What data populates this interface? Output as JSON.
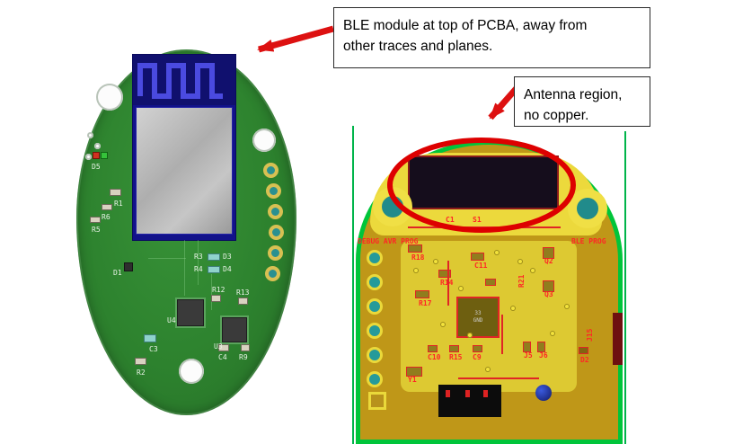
{
  "callouts": {
    "ble": {
      "text": "BLE module at top of PCBA, away from other traces and planes."
    },
    "antenna": {
      "text": "Antenna region, no copper."
    }
  },
  "left_board": {
    "description": "3D render of oval PCBA with BLE module at top",
    "labels": {
      "d5": "D5",
      "r1": "R1",
      "r6": "R6",
      "r5": "R5",
      "d1": "D1",
      "r3": "R3",
      "d3": "D3",
      "r4": "R4",
      "d4": "D4",
      "r12": "R12",
      "r13": "R13",
      "u4": "U4",
      "u3": "U3",
      "c3": "C3",
      "c4": "C4",
      "r9": "R9",
      "r2": "R2"
    }
  },
  "right_board": {
    "description": "PCB layout view showing antenna keepout region",
    "labels": {
      "debug_header": "DEBUG AVR PROG",
      "ble_header": "BLE PROG",
      "c1": "C1",
      "s1": "S1",
      "r18": "R18",
      "c11": "C11",
      "r21": "R21",
      "q2": "Q2",
      "r14": "R14",
      "r17": "R17",
      "q3": "Q3",
      "ic_line1": "33",
      "ic_line2": "GND",
      "c10": "C10",
      "r15": "R15",
      "c9": "C9",
      "j5": "J5",
      "j6": "J6",
      "y1": "Y1",
      "d2": "D2",
      "j15": "J15"
    }
  },
  "colors": {
    "annotation_red": "#dd1111",
    "board_green": "#2f8a32",
    "layout_gold": "#bf9718",
    "layout_outline_green": "#00c53a",
    "module_blue": "#12128a",
    "silkscreen_red": "#ff2626"
  }
}
